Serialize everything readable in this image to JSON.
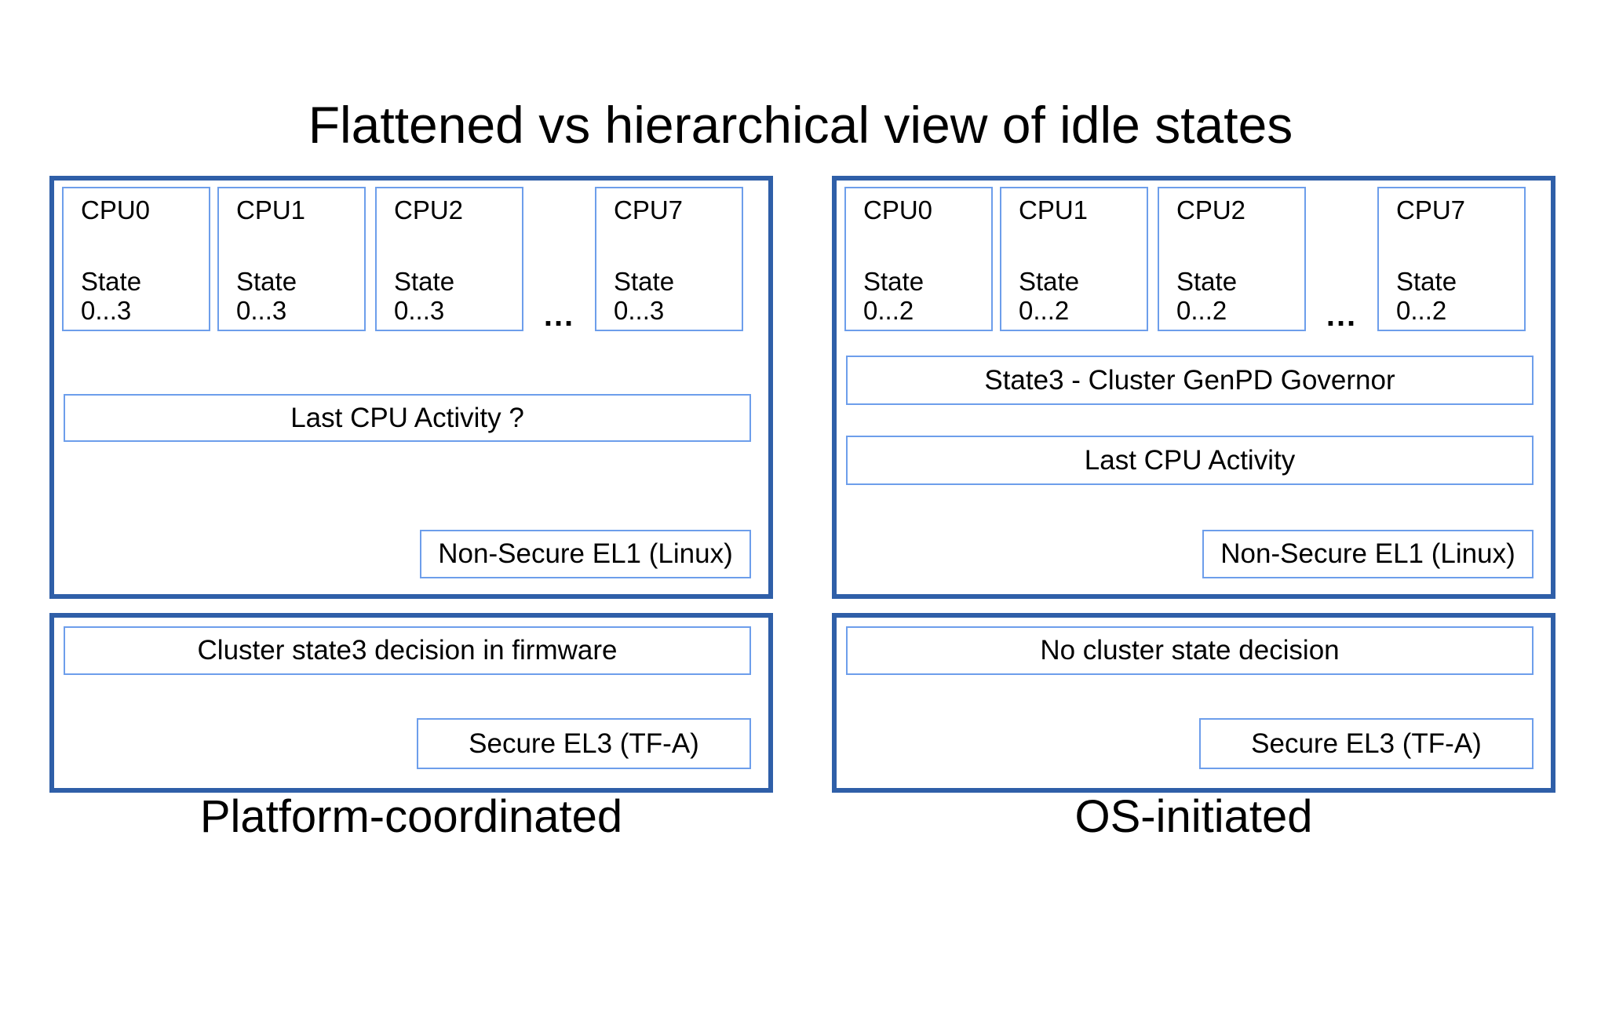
{
  "title": "Flattened vs hierarchical view of idle states",
  "colors": {
    "panel_border": "#2F5FA8",
    "box_border": "#6D9EEB",
    "text": "#000000",
    "background": "#FFFFFF"
  },
  "left": {
    "label": "Platform-coordinated",
    "top_panel": {
      "cpus": [
        {
          "name": "CPU0",
          "state_label": "State",
          "state_range": "0...3"
        },
        {
          "name": "CPU1",
          "state_label": "State",
          "state_range": "0...3"
        },
        {
          "name": "CPU2",
          "state_label": "State",
          "state_range": "0...3"
        },
        {
          "name": "CPU7",
          "state_label": "State",
          "state_range": "0...3"
        }
      ],
      "ellipsis": "...",
      "activity_box": "Last CPU Activity ?",
      "el1_box": "Non-Secure EL1 (Linux)"
    },
    "bottom_panel": {
      "decision_box": "Cluster state3 decision in firmware",
      "el3_box": "Secure EL3 (TF-A)"
    }
  },
  "right": {
    "label": "OS-initiated",
    "top_panel": {
      "cpus": [
        {
          "name": "CPU0",
          "state_label": "State",
          "state_range": "0...2"
        },
        {
          "name": "CPU1",
          "state_label": "State",
          "state_range": "0...2"
        },
        {
          "name": "CPU2",
          "state_label": "State",
          "state_range": "0...2"
        },
        {
          "name": "CPU7",
          "state_label": "State",
          "state_range": "0...2"
        }
      ],
      "ellipsis": "...",
      "governor_box": "State3 - Cluster GenPD Governor",
      "activity_box": "Last CPU Activity",
      "el1_box": "Non-Secure EL1 (Linux)"
    },
    "bottom_panel": {
      "decision_box": "No cluster state decision",
      "el3_box": "Secure EL3 (TF-A)"
    }
  }
}
